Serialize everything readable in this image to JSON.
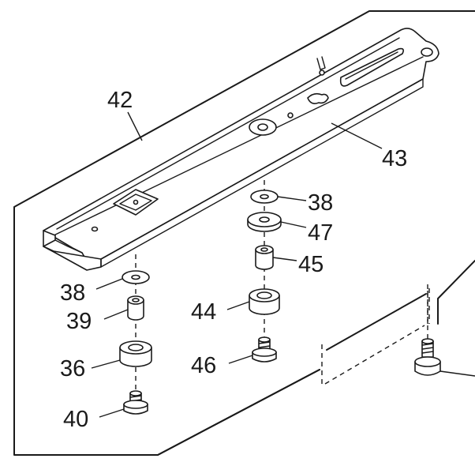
{
  "callouts": {
    "c42": "42",
    "c43": "43",
    "c38_right": "38",
    "c47": "47",
    "c45": "45",
    "c44": "44",
    "c46": "46",
    "c38_left": "38",
    "c39": "39",
    "c36": "36",
    "c40": "40"
  },
  "colors": {
    "ink": "#1a1a1a",
    "paper": "#ffffff"
  }
}
